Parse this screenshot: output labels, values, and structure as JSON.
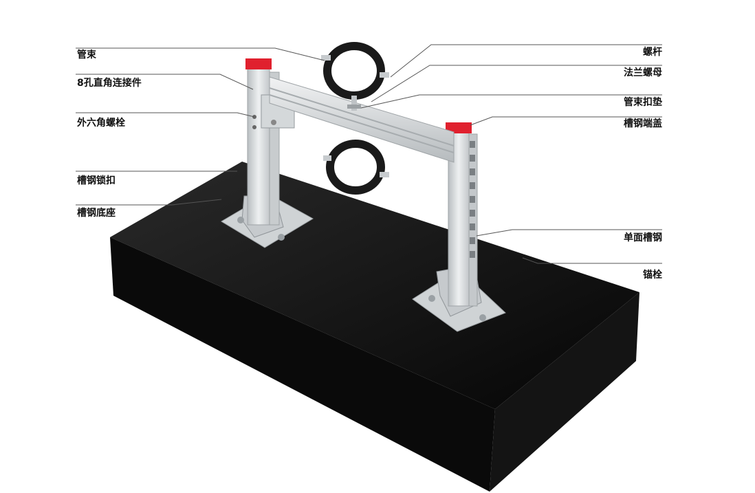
{
  "labels": {
    "left": [
      "管束",
      "8孔直角连接件",
      "外六角螺栓",
      "槽钢锁扣",
      "槽钢底座"
    ],
    "right": [
      "螺杆",
      "法兰螺母",
      "管束扣垫",
      "槽钢端盖",
      "单面槽钢",
      "锚栓"
    ]
  },
  "colors": {
    "block": "#111111",
    "steel": "#d9dcde",
    "steel_dark": "#aeb3b6",
    "cap": "#e0202e",
    "pipe_clamp": "#1a1a1a",
    "leader": "#555555"
  }
}
